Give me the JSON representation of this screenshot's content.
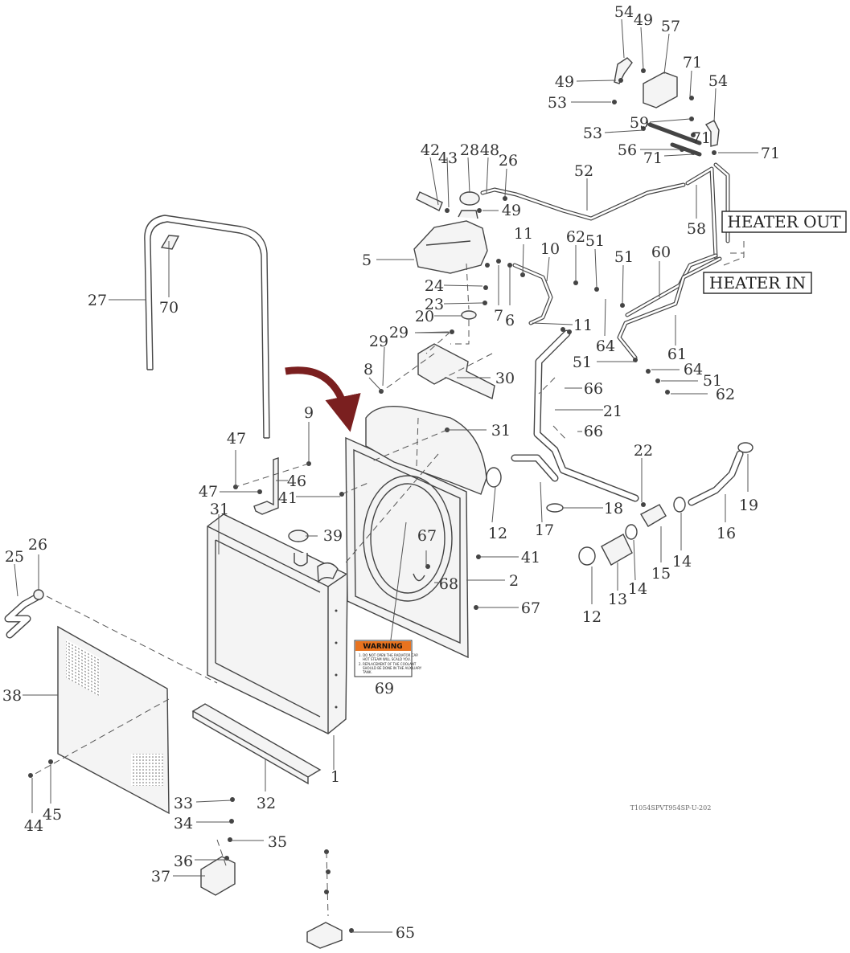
{
  "callouts": {
    "c1": "1",
    "c2": "2",
    "c5": "5",
    "c6": "6",
    "c7": "7",
    "c8": "8",
    "c9": "9",
    "c10": "10",
    "c11a": "11",
    "c11b": "11",
    "c12a": "12",
    "c12b": "12",
    "c13": "13",
    "c14a": "14",
    "c14b": "14",
    "c15": "15",
    "c16": "16",
    "c17": "17",
    "c18": "18",
    "c19": "19",
    "c20": "20",
    "c21": "21",
    "c22": "22",
    "c23": "23",
    "c24": "24",
    "c25": "25",
    "c26a": "26",
    "c26b": "26",
    "c27": "27",
    "c28": "28",
    "c29a": "29",
    "c29b": "29",
    "c30": "30",
    "c31a": "31",
    "c31b": "31",
    "c32": "32",
    "c33": "33",
    "c34": "34",
    "c35": "35",
    "c36": "36",
    "c37": "37",
    "c38": "38",
    "c39": "39",
    "c41a": "41",
    "c41b": "41",
    "c42": "42",
    "c43": "43",
    "c44": "44",
    "c45": "45",
    "c46": "46",
    "c47a": "47",
    "c47b": "47",
    "c48": "48",
    "c49a": "49",
    "c49b": "49",
    "c49c": "49",
    "c51a": "51",
    "c51b": "51",
    "c51c": "51",
    "c51d": "51",
    "c52": "52",
    "c53a": "53",
    "c53b": "53",
    "c54a": "54",
    "c54b": "54",
    "c56": "56",
    "c57": "57",
    "c58": "58",
    "c59": "59",
    "c60": "60",
    "c61": "61",
    "c62a": "62",
    "c62b": "62",
    "c64a": "64",
    "c64b": "64",
    "c65": "65",
    "c66a": "66",
    "c66b": "66",
    "c67a": "67",
    "c67b": "67",
    "c68": "68",
    "c69": "69",
    "c70": "70",
    "c71a": "71",
    "c71b": "71",
    "c71c": "71",
    "c71d": "71"
  },
  "labels": {
    "heater_out": "HEATER OUT",
    "heater_in": "HEATER IN"
  },
  "warning_decal": {
    "heading": "WARNING",
    "line1": "1. DO NOT OPEN THE RADIATOR CAP.",
    "line1b": "HOT STEAM WILL SCALD YOU.",
    "line2": "2. REPLACEMENT OF THE COOLANT",
    "line2b": "SHOULD BE DONE IN THE AUXILIARY",
    "line2c": "TANK."
  },
  "drawing_id": "T1054SPVT954SP-U-202",
  "colors": {
    "line": "#444444",
    "warning_orange": "#e8731f",
    "arrow_red": "#7a1f1f"
  }
}
